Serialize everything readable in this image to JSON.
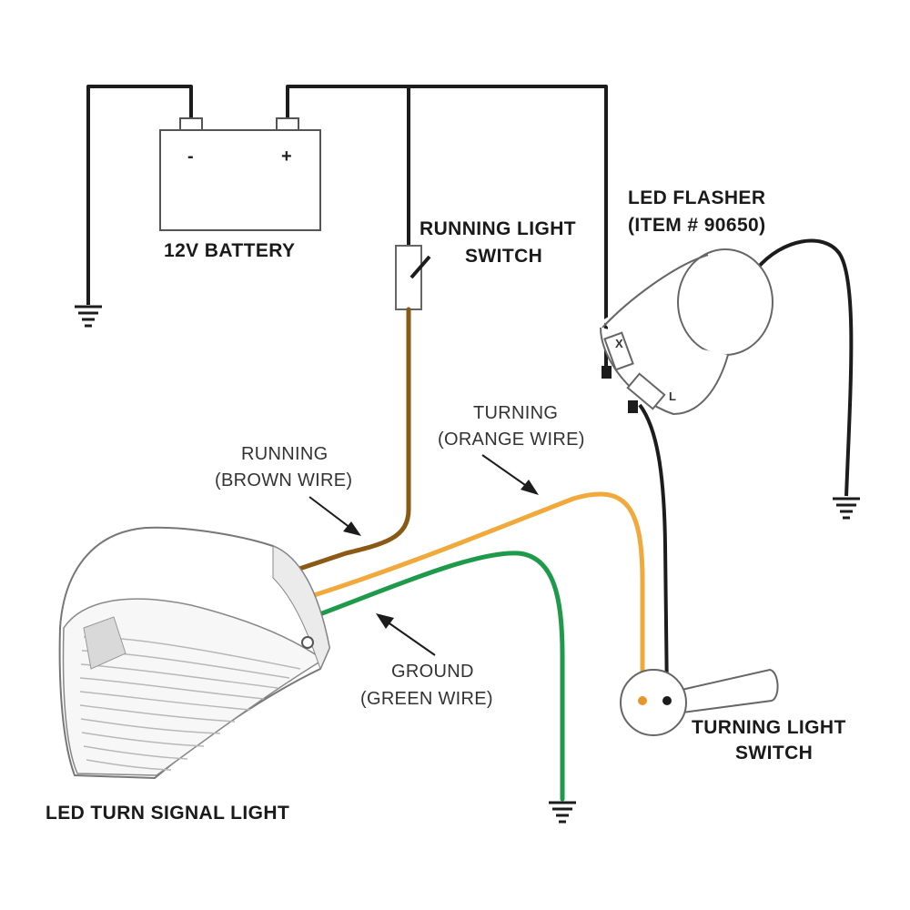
{
  "labels": {
    "battery": "12V BATTERY",
    "battery_negative": "-",
    "battery_positive": "+",
    "running_switch_line1": "RUNNING LIGHT",
    "running_switch_line2": "SWITCH",
    "flasher_line1": "LED FLASHER",
    "flasher_line2": "(ITEM # 90650)",
    "flasher_terminal_x": "X",
    "flasher_terminal_l": "L",
    "running_wire_line1": "RUNNING",
    "running_wire_line2": "(BROWN WIRE)",
    "turning_wire_line1": "TURNING",
    "turning_wire_line2": "(ORANGE WIRE)",
    "ground_wire_line1": "GROUND",
    "ground_wire_line2": "(GREEN WIRE)",
    "turning_switch_line1": "TURNING LIGHT",
    "turning_switch_line2": "SWITCH",
    "signal_light": "LED TURN SIGNAL LIGHT"
  },
  "wire_colors": {
    "power": "#1c1c1c",
    "running_brown": "#8a5a14",
    "turning_orange": "#f2a93b",
    "ground_green": "#1f9a4a"
  },
  "icons": [
    "ground-symbol",
    "battery",
    "toggle-switch",
    "flasher-relay",
    "turn-signal-lamp",
    "lever-switch"
  ]
}
